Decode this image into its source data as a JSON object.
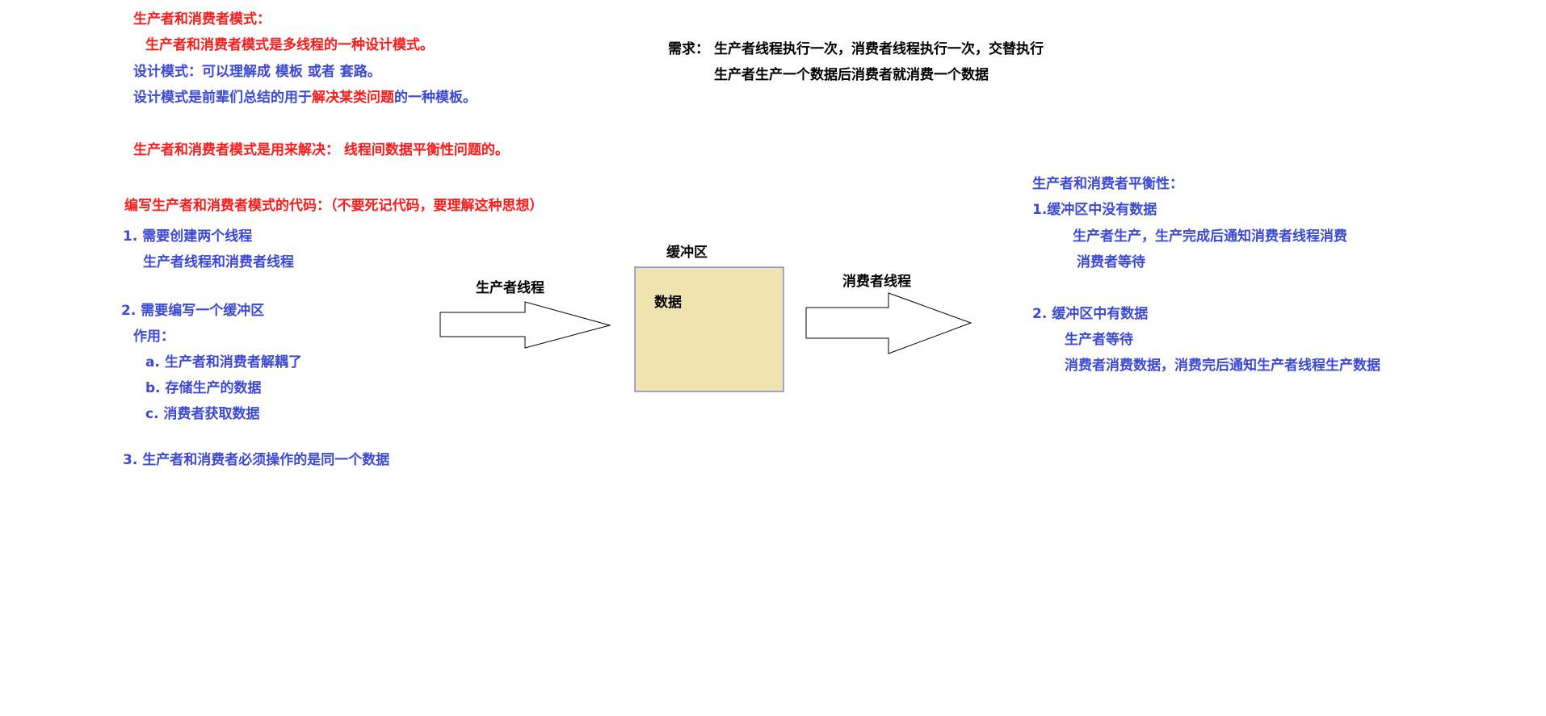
{
  "colors": {
    "red": "#ff1a1a",
    "blue": "#3b49d6",
    "black": "#000000",
    "buffer_fill": "#efe3b0",
    "buffer_stroke": "#4a57d6"
  },
  "intro": {
    "title": "生产者和消费者模式：",
    "line1": "生产者和消费者模式是多线程的一种设计模式。",
    "line2": "设计模式：可以理解成 模板 或者 套路。",
    "line3_pre": "设计模式是前辈们总结的用于",
    "line3_highlight": "解决某类问题",
    "line3_post": "的一种模板。",
    "purpose": "生产者和消费者模式是用来解决：  线程间数据平衡性问题的。"
  },
  "requirement": {
    "label": "需求：",
    "line1": "生产者线程执行一次，消费者线程执行一次，交替执行",
    "line2": "生产者生产一个数据后消费者就消费一个数据"
  },
  "code_section": {
    "title": "编写生产者和消费者模式的代码：（不要死记代码，要理解这种思想）",
    "item1": "1. 需要创建两个线程",
    "item1_sub": "生产者线程和消费者线程",
    "item2": "2. 需要编写一个缓冲区",
    "item2_role": "作用：",
    "item2_a": "a. 生产者和消费者解耦了",
    "item2_b": "b. 存储生产的数据",
    "item2_c": "c. 消费者获取数据",
    "item3": "3. 生产者和消费者必须操作的是同一个数据"
  },
  "diagram": {
    "producer_label": "生产者线程",
    "buffer_label": "缓冲区",
    "buffer_content": "数据",
    "consumer_label": "消费者线程"
  },
  "balance": {
    "title": "生产者和消费者平衡性：",
    "case1": "1.缓冲区中没有数据",
    "case1_a": "生产者生产，生产完成后通知消费者线程消费",
    "case1_b": "消费者等待",
    "case2": "2. 缓冲区中有数据",
    "case2_a": "生产者等待",
    "case2_b": "消费者消费数据，消费完后通知生产者线程生产数据"
  }
}
